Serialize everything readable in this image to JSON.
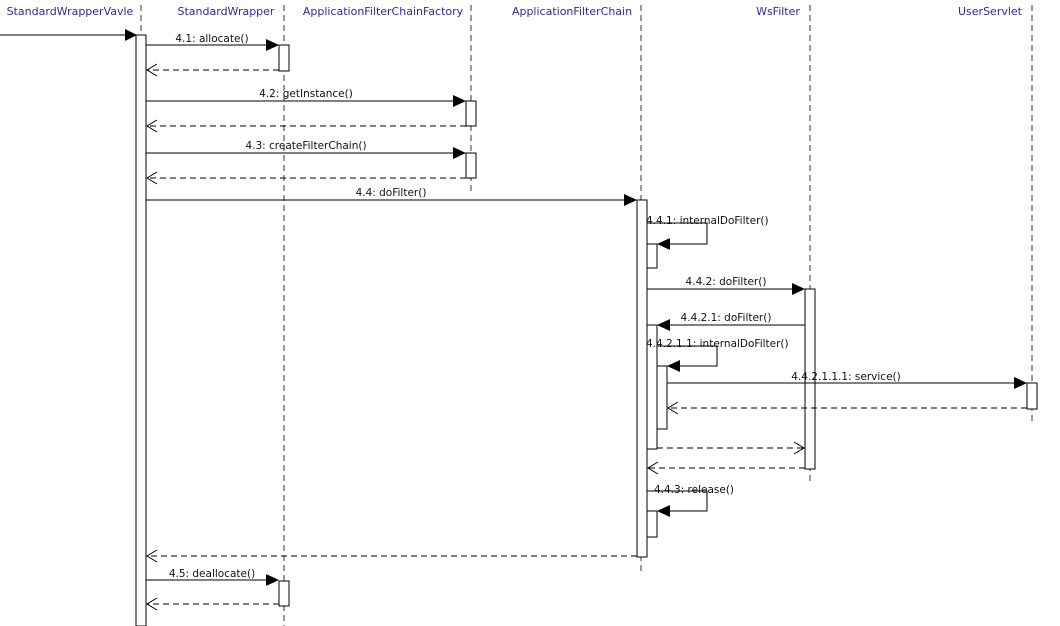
{
  "participants": [
    "StandardWrapperVavle",
    "StandardWrapper",
    "ApplicationFilterChainFactory",
    "ApplicationFilterChain",
    "WsFilter",
    "UserServlet"
  ],
  "messages": [
    {
      "label": "4.1: allocate()",
      "from": 0,
      "to": 1,
      "kind": "call"
    },
    {
      "label": "",
      "from": 1,
      "to": 0,
      "kind": "return"
    },
    {
      "label": "4.2: getInstance()",
      "from": 0,
      "to": 2,
      "kind": "call"
    },
    {
      "label": "",
      "from": 2,
      "to": 0,
      "kind": "return"
    },
    {
      "label": "4.3: createFilterChain()",
      "from": 0,
      "to": 2,
      "kind": "call"
    },
    {
      "label": "",
      "from": 2,
      "to": 0,
      "kind": "return"
    },
    {
      "label": "4.4: doFilter()",
      "from": 0,
      "to": 3,
      "kind": "call"
    },
    {
      "label": "4.4.1: internalDoFilter()",
      "from": 3,
      "to": 3,
      "kind": "self"
    },
    {
      "label": "4.4.2: doFilter()",
      "from": 3,
      "to": 4,
      "kind": "call"
    },
    {
      "label": "4.4.2.1: doFilter()",
      "from": 4,
      "to": 3,
      "kind": "call"
    },
    {
      "label": "4.4.2.1.1: internalDoFilter()",
      "from": 3,
      "to": 3,
      "kind": "self"
    },
    {
      "label": "4.4.2.1.1.1: service()",
      "from": 3,
      "to": 5,
      "kind": "call"
    },
    {
      "label": "",
      "from": 5,
      "to": 3,
      "kind": "return"
    },
    {
      "label": "",
      "from": 3,
      "to": 4,
      "kind": "return"
    },
    {
      "label": "",
      "from": 4,
      "to": 3,
      "kind": "return"
    },
    {
      "label": "4.4.3: release()",
      "from": 3,
      "to": 3,
      "kind": "self"
    },
    {
      "label": "",
      "from": 3,
      "to": 0,
      "kind": "return"
    },
    {
      "label": "4.5: deallocate()",
      "from": 0,
      "to": 1,
      "kind": "call"
    },
    {
      "label": "",
      "from": 1,
      "to": 0,
      "kind": "return"
    }
  ]
}
